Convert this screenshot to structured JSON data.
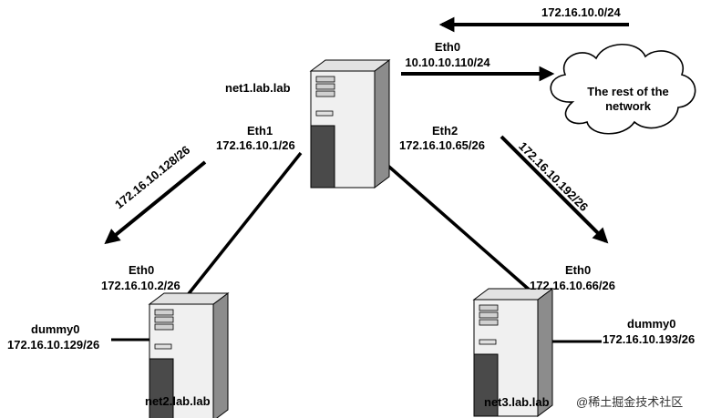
{
  "colors": {
    "line": "#000000",
    "case_light": "#f0f0f0",
    "case_mid": "#c8c8c8",
    "case_dark": "#4a4a4a",
    "background": "#ffffff"
  },
  "hosts": {
    "net1": {
      "name": "net1.lab.lab"
    },
    "net2": {
      "name": "net2.lab.lab"
    },
    "net3": {
      "name": "net3.lab.lab"
    }
  },
  "interfaces": {
    "net1_eth0": {
      "name": "Eth0",
      "ip": "10.10.10.110/24"
    },
    "net1_eth1": {
      "name": "Eth1",
      "ip": "172.16.10.1/26"
    },
    "net1_eth2": {
      "name": "Eth2",
      "ip": "172.16.10.65/26"
    },
    "net2_eth0": {
      "name": "Eth0",
      "ip": "172.16.10.2/26"
    },
    "net2_dummy0": {
      "name": "dummy0",
      "ip": "172.16.10.129/26"
    },
    "net3_eth0": {
      "name": "Eth0",
      "ip": "172.16.10.66/26"
    },
    "net3_dummy0": {
      "name": "dummy0",
      "ip": "172.16.10.193/26"
    }
  },
  "routes": {
    "top": "172.16.10.0/24",
    "left": "172.16.10.128/26",
    "right": "172.16.10.192/26"
  },
  "cloud": {
    "line1": "The rest of the",
    "line2": "network"
  },
  "watermark": "@稀土掘金技术社区"
}
